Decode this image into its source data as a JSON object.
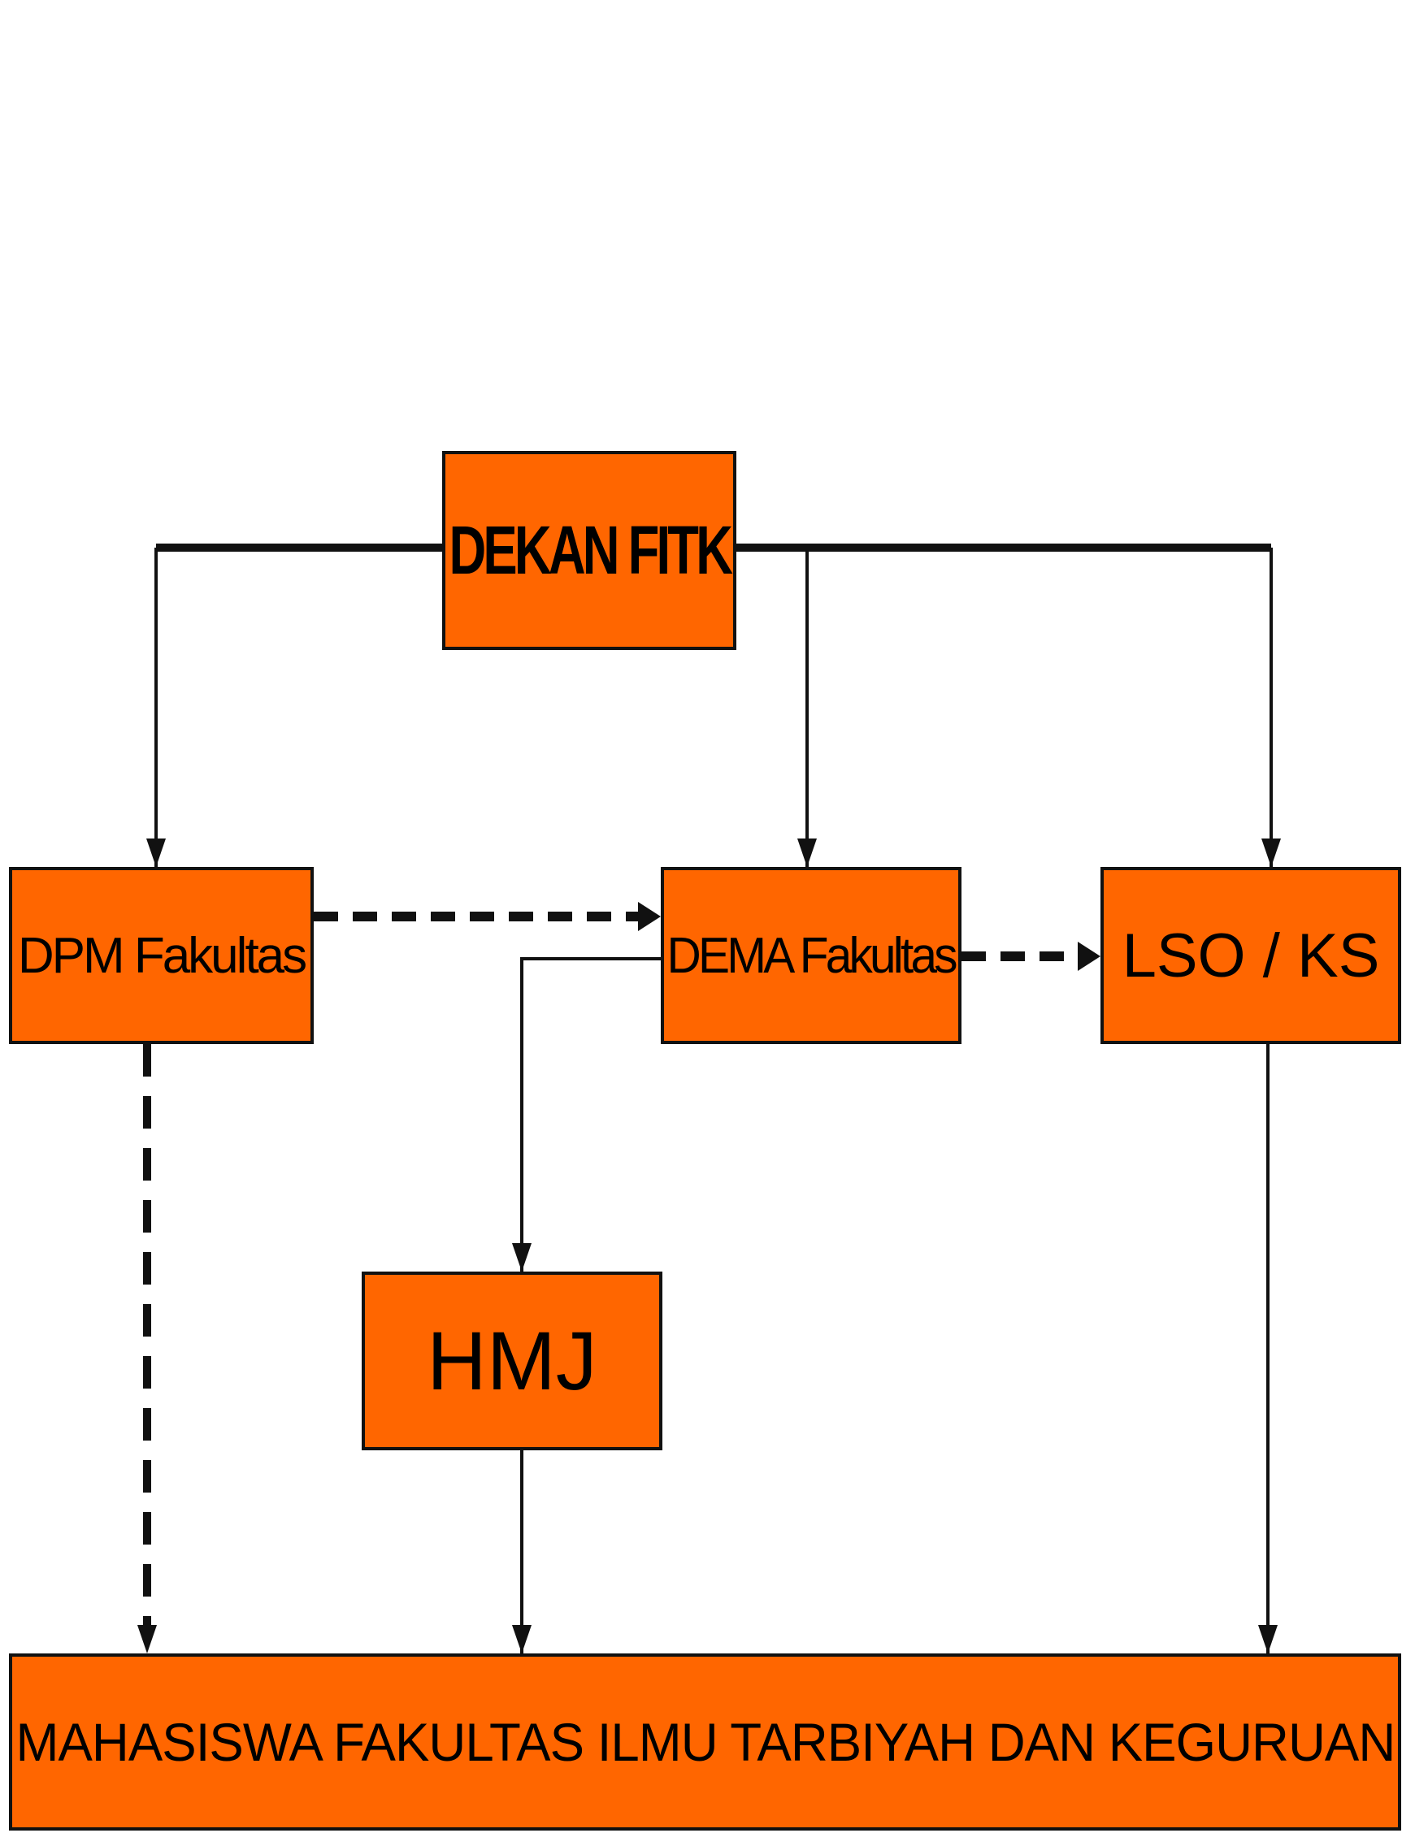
{
  "nodes": {
    "dekan": "DEKAN FITK",
    "dpm": "DPM Fakultas",
    "dema": "DEMA Fakultas",
    "lso": "LSO / KS",
    "hmj": "HMJ",
    "mahasiswa": "MAHASISWA FAKULTAS ILMU TARBIYAH DAN KEGURUAN"
  },
  "edges": [
    {
      "from": "dekan",
      "to": "dpm",
      "style": "solid"
    },
    {
      "from": "dekan",
      "to": "dema",
      "style": "solid"
    },
    {
      "from": "dekan",
      "to": "lso",
      "style": "solid"
    },
    {
      "from": "dpm",
      "to": "dema",
      "style": "dashed"
    },
    {
      "from": "dema",
      "to": "lso",
      "style": "dashed"
    },
    {
      "from": "dema",
      "to": "hmj",
      "style": "solid"
    },
    {
      "from": "dpm",
      "to": "mahasiswa",
      "style": "dashed"
    },
    {
      "from": "hmj",
      "to": "mahasiswa",
      "style": "solid"
    },
    {
      "from": "lso",
      "to": "mahasiswa",
      "style": "solid"
    }
  ],
  "colors": {
    "node_fill": "#ff6600",
    "stroke": "#111111",
    "background": "#ffffff"
  }
}
